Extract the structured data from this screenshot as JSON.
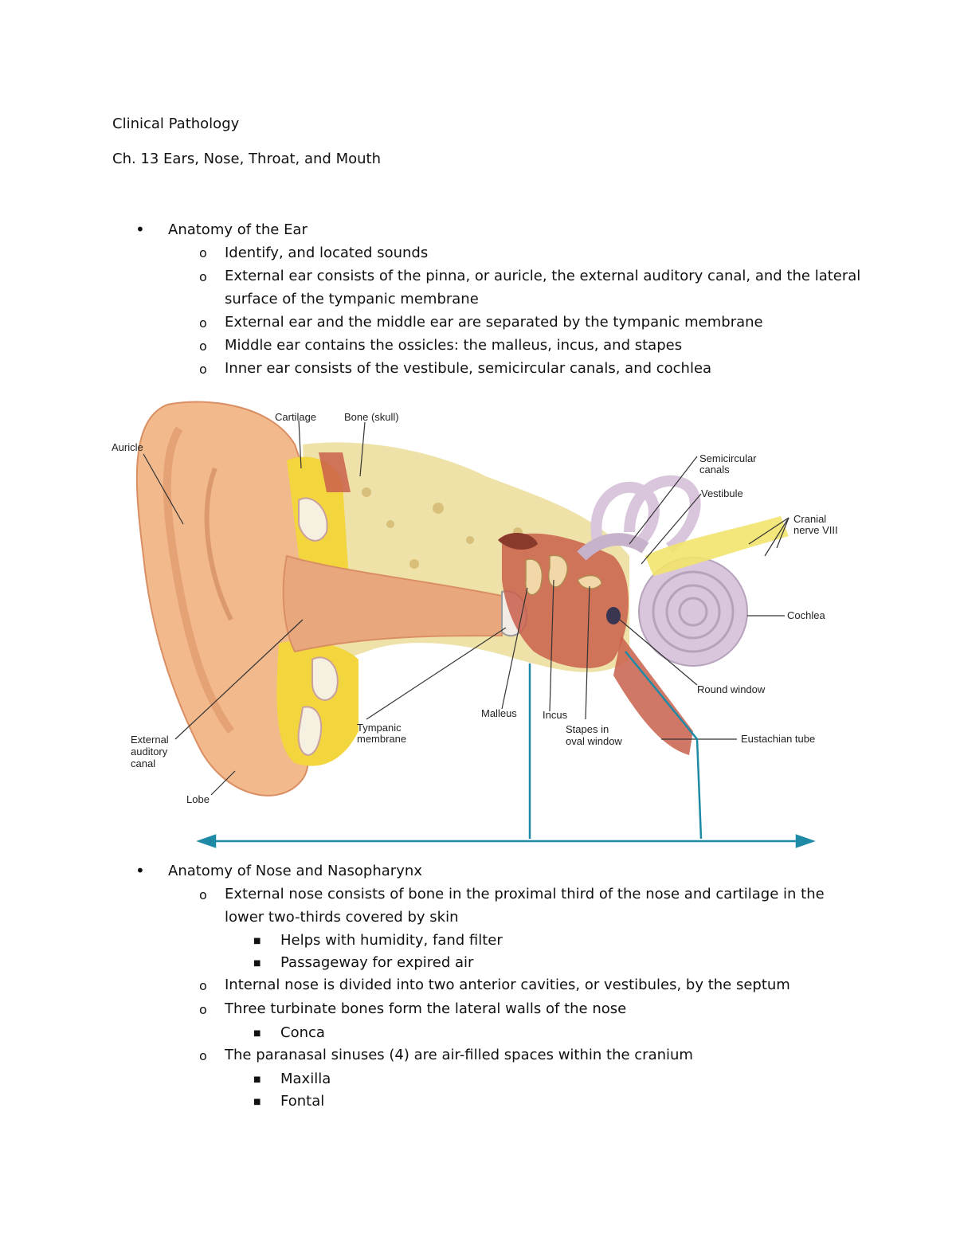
{
  "header": {
    "course": "Clinical Pathology",
    "chapter": "Ch. 13 Ears, Nose, Throat, and Mouth"
  },
  "sections": [
    {
      "heading": "Anatomy of the Ear",
      "items": [
        "Identify, and located sounds",
        "External ear consists of the pinna, or auricle, the external auditory canal, and the lateral",
        "surface of the tympanic membrane",
        "External ear and the middle ear are separated by the tympanic membrane",
        "Middle ear contains the ossicles: the malleus, incus, and stapes",
        "Inner ear consists of the vestibule, semicircular canals, and cochlea"
      ]
    },
    {
      "heading": "Anatomy of Nose and Nasopharynx",
      "items": [
        "External nose consists of bone in the proximal third of the nose and cartilage in the",
        "lower two-thirds covered by skin",
        "Helps with humidity, fand filter",
        "Passageway for expired air",
        "Internal nose is divided into two anterior cavities, or vestibules, by the septum",
        "Three turbinate bones form the lateral walls of the nose",
        "Conca",
        "The paranasal sinuses (4) are air-filled spaces within the cranium",
        "Maxilla",
        "Fontal"
      ]
    }
  ],
  "figure": {
    "labels": {
      "auricle": "Auricle",
      "cartilage": "Cartilage",
      "bone": "Bone (skull)",
      "semicircular_1": "Semicircular",
      "semicircular_2": "canals",
      "vestibule": "Vestibule",
      "cranial_1": "Cranial",
      "cranial_2": "nerve VIII",
      "cochlea": "Cochlea",
      "round_window": "Round window",
      "eustachian": "Eustachian tube",
      "malleus": "Malleus",
      "incus": "Incus",
      "stapes_1": "Stapes in",
      "stapes_2": "oval window",
      "tympanic_1": "Tympanic",
      "tympanic_2": "membrane",
      "external_1": "External",
      "external_2": "auditory",
      "external_3": "canal",
      "lobe": "Lobe"
    },
    "colors": {
      "skin": "#f2b98c",
      "skin_dark": "#d98f63",
      "fat": "#f3d53e",
      "bone": "#efe2a8",
      "middle_ear": "#c95f4b",
      "inner_ear": "#d9c6dc",
      "nerve": "#f2e36b",
      "arrow": "#1f8aa6"
    }
  }
}
